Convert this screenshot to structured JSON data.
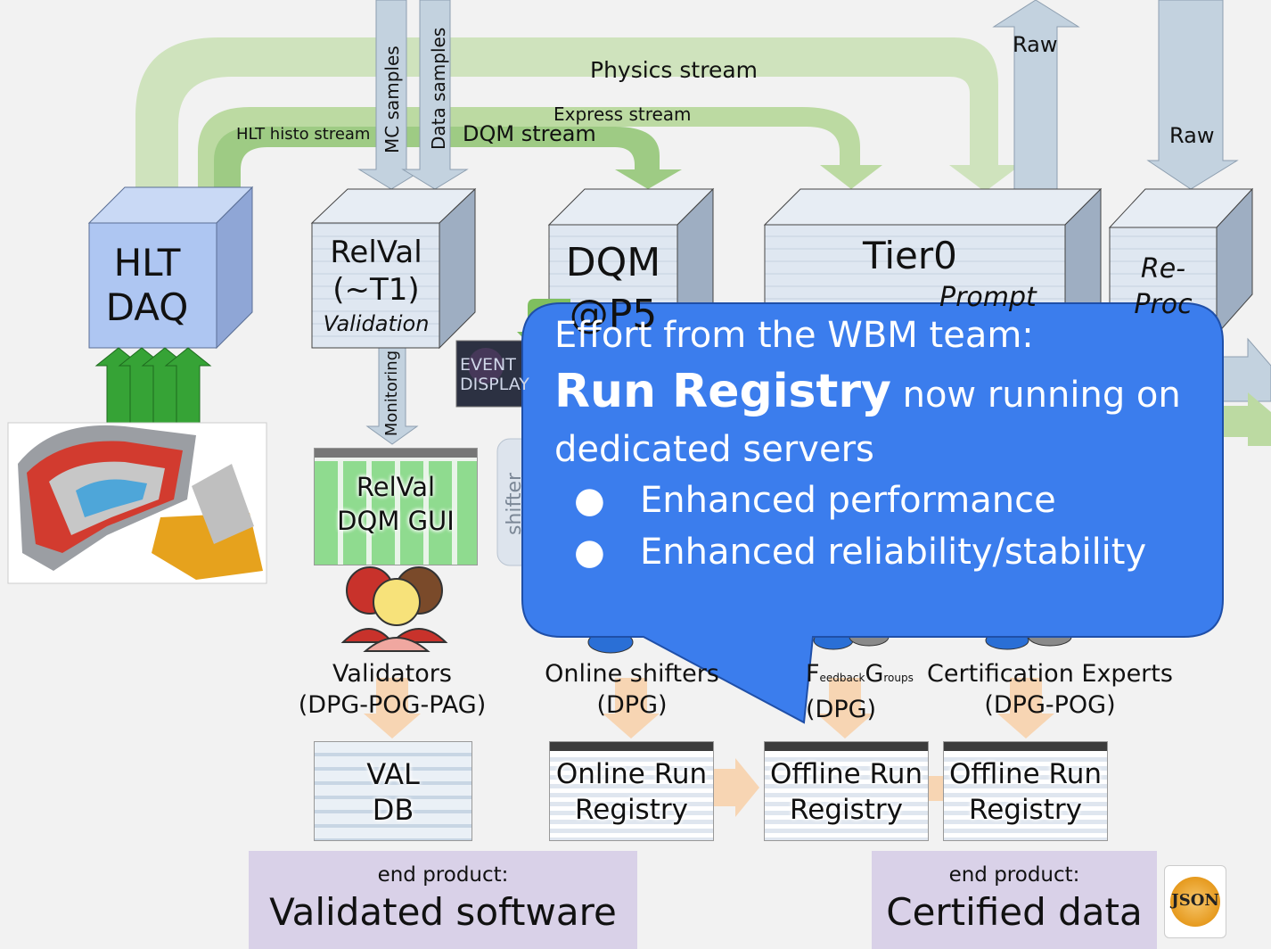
{
  "streams": {
    "physics": "Physics stream",
    "express": "Express stream",
    "hlt_histo": "HLT histo stream",
    "dqm": "DQM stream",
    "mc_samples": "MC samples",
    "data_samples": "Data samples",
    "raw_up": "Raw",
    "raw_down": "Raw",
    "monitoring": "Monitoring"
  },
  "nodes": {
    "hlt_daq": {
      "line1": "HLT",
      "line2": "DAQ"
    },
    "relval": {
      "line1": "RelVal",
      "line2": "(~T1)",
      "line3": "Validation"
    },
    "dqm": {
      "line1": "DQM",
      "line2": "@P5"
    },
    "tier0": {
      "title": "Tier0",
      "sub": "Prompt"
    },
    "reproc": {
      "line1": "Re-",
      "line2": "Proc"
    },
    "event_display": "EVENT DISPLAY",
    "shifter": "shifter"
  },
  "gui": {
    "line1": "RelVal",
    "line2": "DQM GUI"
  },
  "groups": {
    "validators": {
      "name": "Validators",
      "sub": "(DPG-POG-PAG)"
    },
    "online": {
      "name": "Online shifters",
      "sub": "(DPG)"
    },
    "feedback": {
      "f": "F",
      "f_small": "eedback",
      "g": "G",
      "g_small": "roups",
      "sub": "(DPG)"
    },
    "certification": {
      "name": "Certification Experts",
      "sub": "(DPG-POG)"
    }
  },
  "registries": {
    "val_db": {
      "line1": "VAL",
      "line2": "DB"
    },
    "online_run": {
      "line1": "Online Run",
      "line2": "Registry"
    },
    "offline_run_1": {
      "line1": "Offline Run",
      "line2": "Registry"
    },
    "offline_run_2": {
      "line1": "Offline Run",
      "line2": "Registry"
    }
  },
  "end_products": {
    "software": {
      "label": "end product:",
      "value": "Validated software"
    },
    "data": {
      "label": "end product:",
      "value": "Certified data"
    }
  },
  "json_logo": "JSON",
  "callout": {
    "line1": "Effort from the WBM team:",
    "bold": "Run Registry",
    "line2_rest": " now running on",
    "line3": "dedicated servers",
    "bullet_glyph": "●",
    "bullets": [
      "Enhanced performance",
      "Enhanced reliability/stability"
    ]
  },
  "colors": {
    "callout_blue": "#3b7ded",
    "stream_light_green": "#c9e0b6",
    "stream_green": "#a4cd8b",
    "hlt_box": "#aec6f2",
    "arrow_grey": "#b9cad8",
    "end_product_bg": "#d9d1e8"
  }
}
